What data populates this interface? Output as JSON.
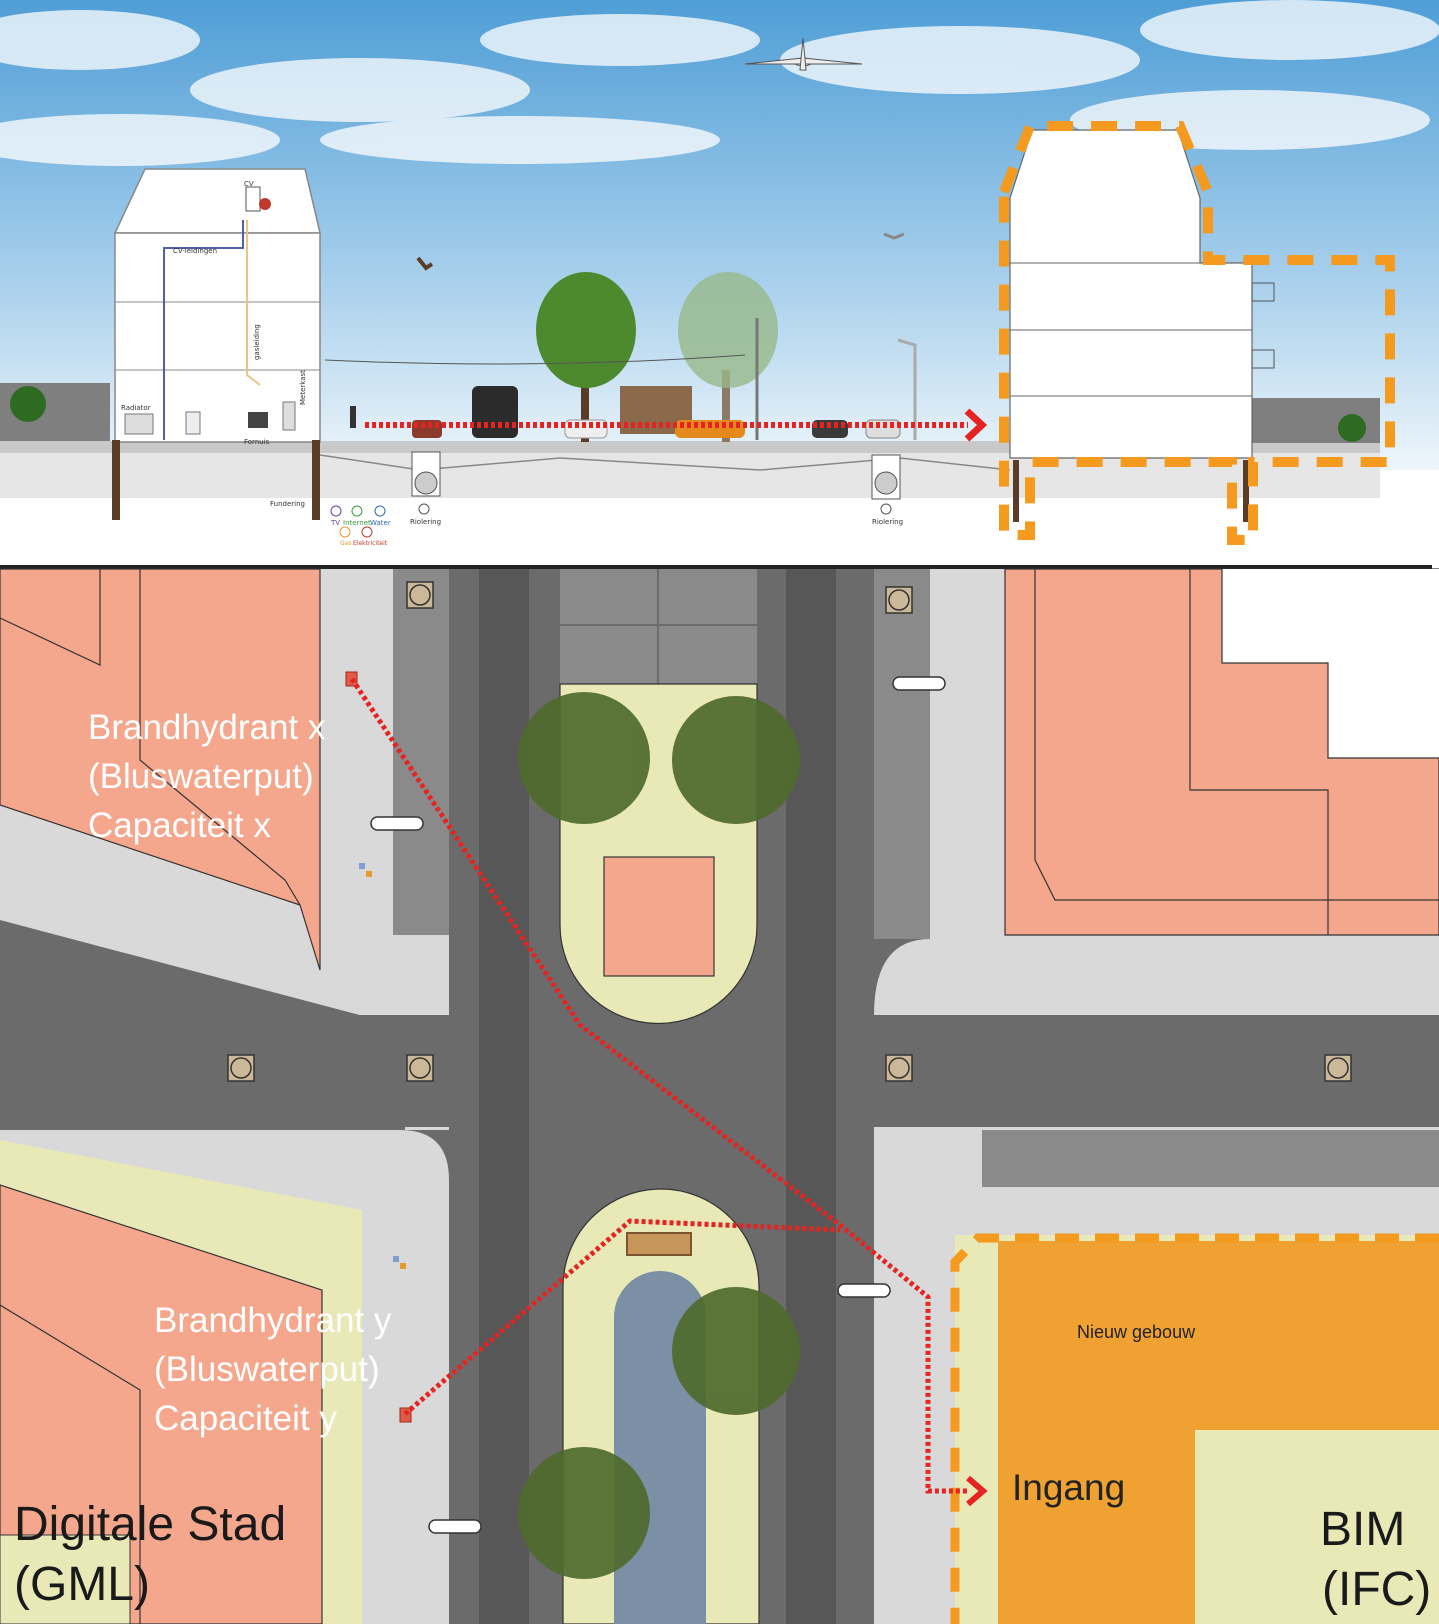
{
  "section": {
    "labels": {
      "cv": "CV",
      "cv_leidingen": "CV-leidingen",
      "gasleiding": "gasleiding",
      "meterkast": "Meterkast",
      "radiator": "Radiator",
      "fornuis": "Fornuis",
      "fundering": "Fundering",
      "riolering_left": "Riolering",
      "riolering_right": "Riolering",
      "tv": "TV",
      "internet": "Internet",
      "water": "Water",
      "gas": "Gas",
      "elektriciteit": "Elektriciteit"
    }
  },
  "plan": {
    "hydrant_x": [
      "Brandhydrant x",
      "(Bluswaterput)",
      "Capaciteit x"
    ],
    "hydrant_y": [
      "Brandhydrant y",
      "(Bluswaterput)",
      "Capaciteit y"
    ],
    "new_building": "Nieuw gebouw",
    "entrance": "Ingang",
    "left_title": [
      "Digitale Stad",
      "(GML)"
    ],
    "right_title": [
      "BIM",
      "(IFC)"
    ]
  },
  "colors": {
    "building": "#f4a78c",
    "new_building": "#efa232",
    "green_zone": "#e9e9b8",
    "road": "#6b6b6b",
    "sidewalk": "#d9d9d9",
    "tree": "#4e6a2c",
    "water": "#7b8fa5",
    "route": "#e52421",
    "outline": "#f39a1f"
  }
}
